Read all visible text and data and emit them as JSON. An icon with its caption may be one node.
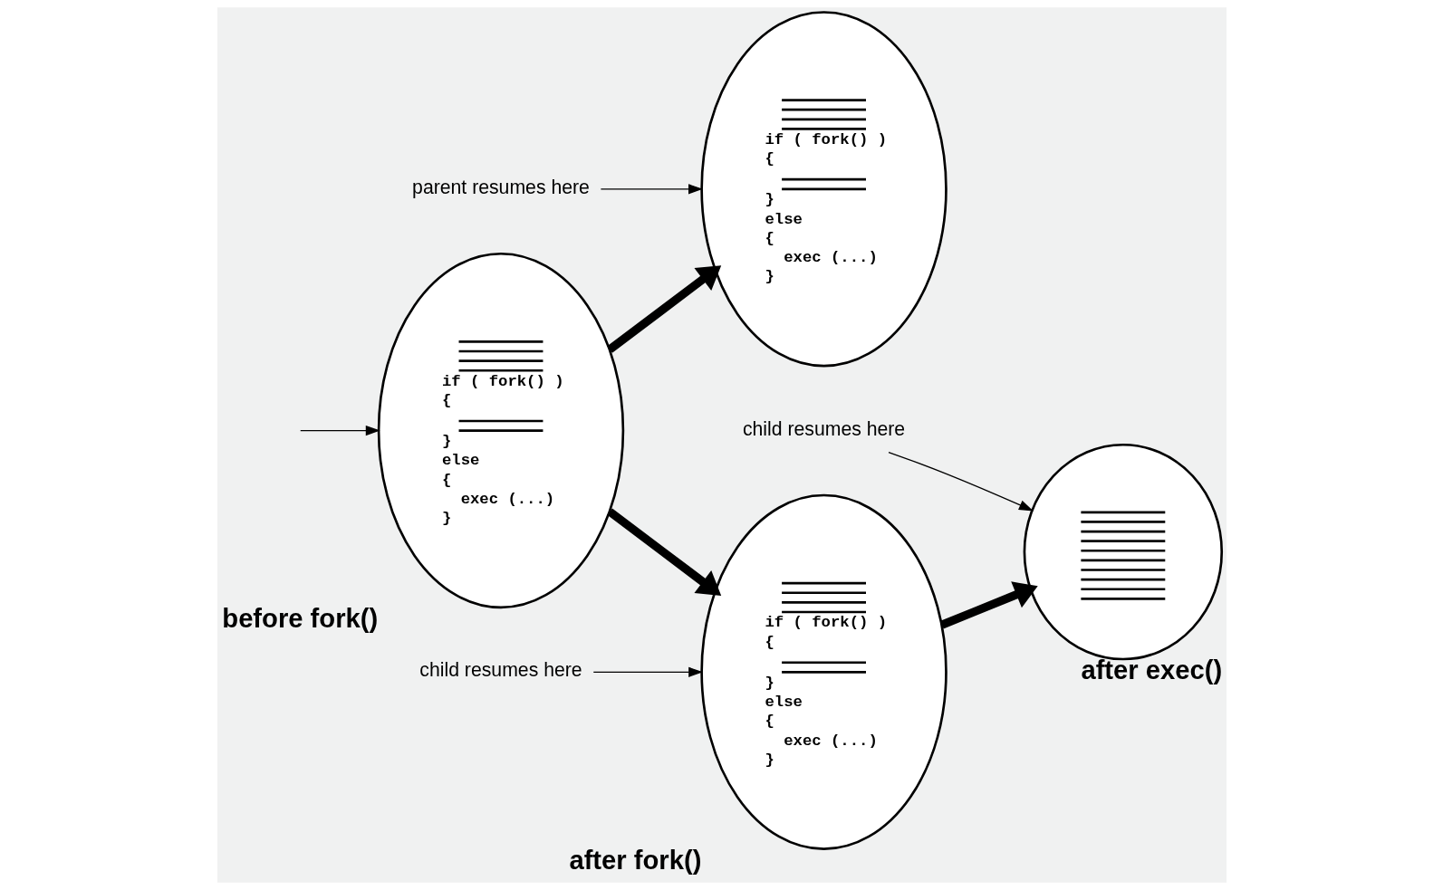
{
  "diagram": {
    "nodes": [
      {
        "text": [
          "if ( fork() )",
          "{",
          "}",
          "else",
          "{",
          "exec (...)",
          "}"
        ],
        "beside": [
          "before fork()"
        ]
      },
      {
        "text": [
          "if ( fork() )",
          "{",
          "}",
          "else",
          "{",
          "exec (...)",
          "}"
        ]
      },
      {
        "text": [
          "if ( fork() )",
          "{",
          "}",
          "else",
          "{",
          "exec (...)",
          "}"
        ],
        "beside": [
          "after fork()"
        ]
      },
      {
        "text": [],
        "shape": "cloud",
        "beside": [
          "after exec()"
        ]
      },
      {
        "text": [
          "parent resumes here"
        ]
      },
      {
        "text": [
          "child resumes here"
        ]
      },
      {
        "text": [
          "child resumes here"
        ]
      }
    ],
    "edges": [
      {
        "from": null,
        "to": 0,
        "arrow": "to"
      },
      {
        "from": 0,
        "to": 1,
        "arrow": "to",
        "style": "thick"
      },
      {
        "from": 0,
        "to": 2,
        "arrow": "to",
        "style": "thick"
      },
      {
        "from": 2,
        "to": 3,
        "arrow": "to",
        "style": "thick"
      },
      {
        "from": 4,
        "to": 1,
        "arrow": "to"
      },
      {
        "from": 5,
        "to": 2,
        "arrow": "to"
      },
      {
        "from": 6,
        "to": 3,
        "arrow": "to"
      }
    ]
  }
}
